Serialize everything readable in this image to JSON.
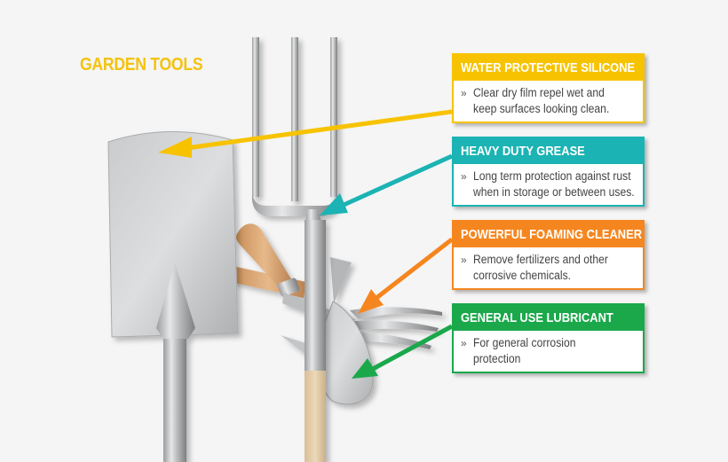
{
  "title": "GARDEN TOOLS",
  "bullet_glyph": "»",
  "callouts": [
    {
      "id": "water-protective-silicone",
      "heading": "WATER PROTECTIVE SILICONE",
      "lines": [
        "Clear dry film repel wet and",
        "keep surfaces looking clean."
      ],
      "color": "#f7c300",
      "points_to": "spade-blade"
    },
    {
      "id": "heavy-duty-grease",
      "heading": "HEAVY DUTY GREASE",
      "lines": [
        "Long term protection against rust",
        "when in storage or between uses."
      ],
      "color": "#1bb3b3",
      "points_to": "digging-fork-neck"
    },
    {
      "id": "powerful-foaming-cleaner",
      "heading": "POWERFUL FOAMING CLEANER",
      "lines": [
        "Remove fertilizers and other",
        "corrosive chemicals."
      ],
      "color": "#f5861f",
      "points_to": "hand-fork"
    },
    {
      "id": "general-use-lubricant",
      "heading": "GENERAL USE LUBRICANT",
      "lines": [
        "For general corrosion",
        "protection"
      ],
      "color": "#1aa84b",
      "points_to": "hand-trowel"
    }
  ]
}
